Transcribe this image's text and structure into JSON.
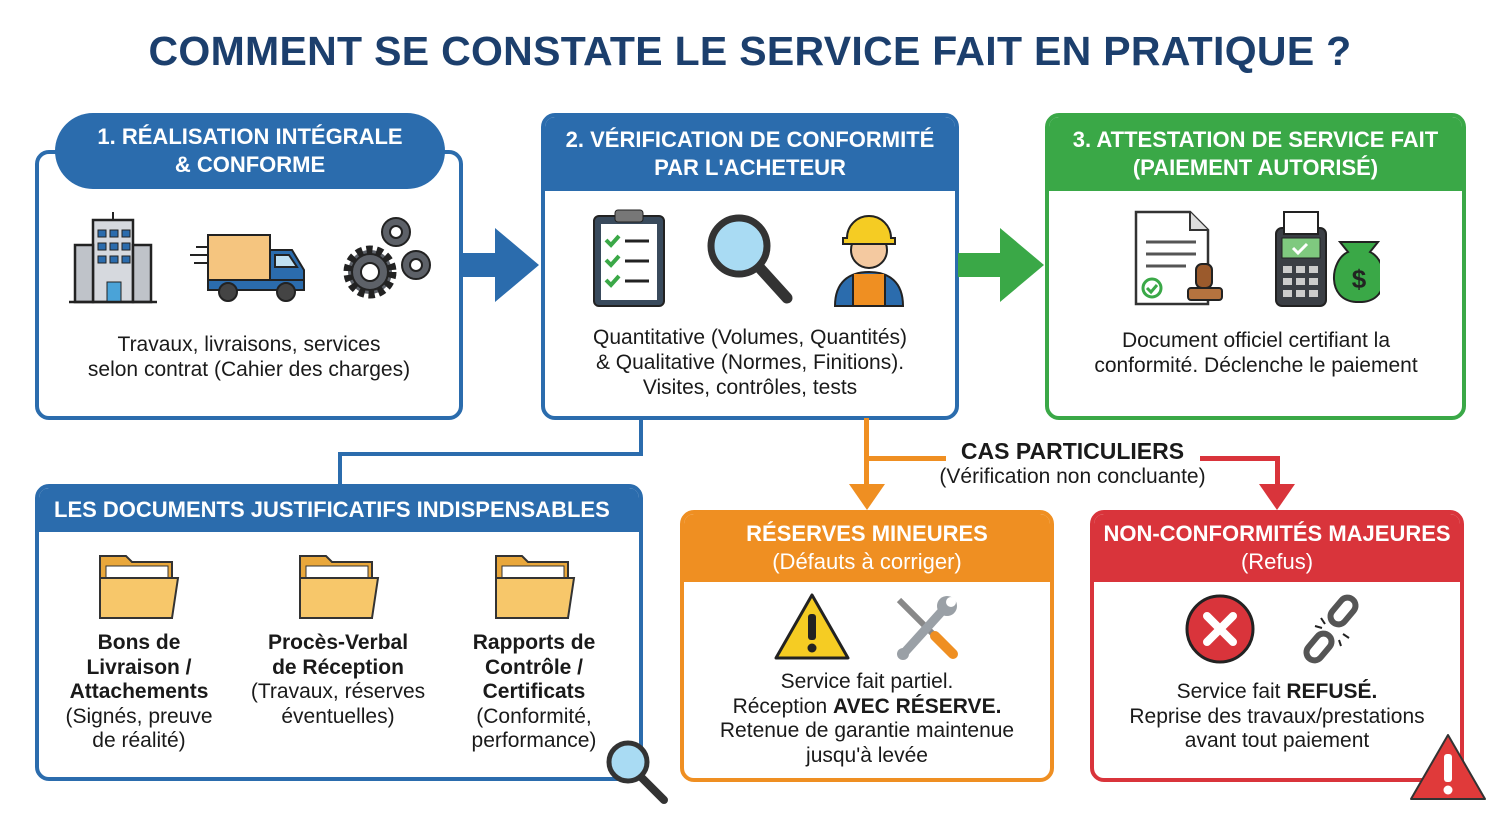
{
  "title": "COMMENT SE CONSTATE LE SERVICE FAIT EN PRATIQUE ?",
  "steps": [
    {
      "header_line1": "1. RÉALISATION INTÉGRALE",
      "header_line2": "& CONFORME",
      "text_line1": "Travaux, livraisons, services",
      "text_line2": "selon contrat (Cahier des charges)",
      "icons": [
        "building-icon",
        "truck-icon",
        "gears-icon"
      ]
    },
    {
      "header_line1": "2. VÉRIFICATION DE CONFORMITÉ",
      "header_line2": "PAR L'ACHETEUR",
      "text_line1": "Quantitative (Volumes, Quantités)",
      "text_line2": "& Qualitative (Normes, Finitions).",
      "text_line3": "Visites, contrôles, tests",
      "icons": [
        "checklist-icon",
        "magnifier-icon",
        "worker-icon"
      ]
    },
    {
      "header_line1": "3. ATTESTATION DE SERVICE FAIT",
      "header_line2": "(PAIEMENT AUTORISÉ)",
      "text_line1": "Document officiel certifiant la",
      "text_line2": "conformité. Déclenche le paiement",
      "icons": [
        "certificate-icon",
        "payment-terminal-icon"
      ]
    }
  ],
  "documents": {
    "header": "LES DOCUMENTS JUSTIFICATIFS INDISPENSABLES",
    "items": [
      {
        "bold": [
          "Bons de",
          "Livraison /",
          "Attachements"
        ],
        "normal": [
          "(Signés, preuve",
          "de réalité)"
        ]
      },
      {
        "bold": [
          "Procès-Verbal",
          "de Réception"
        ],
        "normal": [
          "(Travaux, réserves",
          "éventuelles)"
        ]
      },
      {
        "bold": [
          "Rapports de",
          "Contrôle /",
          "Certificats"
        ],
        "normal": [
          "(Conformité,",
          "performance)"
        ]
      }
    ]
  },
  "special_cases": {
    "title": "CAS PARTICULIERS",
    "subtitle": "(Vérification non concluante)"
  },
  "minor": {
    "header_line1": "RÉSERVES MINEURES",
    "header_line2": "(Défauts à corriger)",
    "line1": "Service fait partiel.",
    "line2_normal": "Réception ",
    "line2_bold": "AVEC RÉSERVE.",
    "line3": "Retenue de garantie maintenue",
    "line4": "jusqu'à levée"
  },
  "major": {
    "header_line1": "NON-CONFORMITÉS MAJEURES",
    "header_line2": "(Refus)",
    "line1_normal": "Service fait ",
    "line1_bold": "REFUSÉ.",
    "line2": "Reprise des travaux/prestations",
    "line3": "avant tout paiement"
  },
  "colors": {
    "blue": "#2b6cad",
    "green": "#3aa847",
    "orange": "#ef8f22",
    "red": "#d9343b",
    "title": "#1c3f6d"
  }
}
